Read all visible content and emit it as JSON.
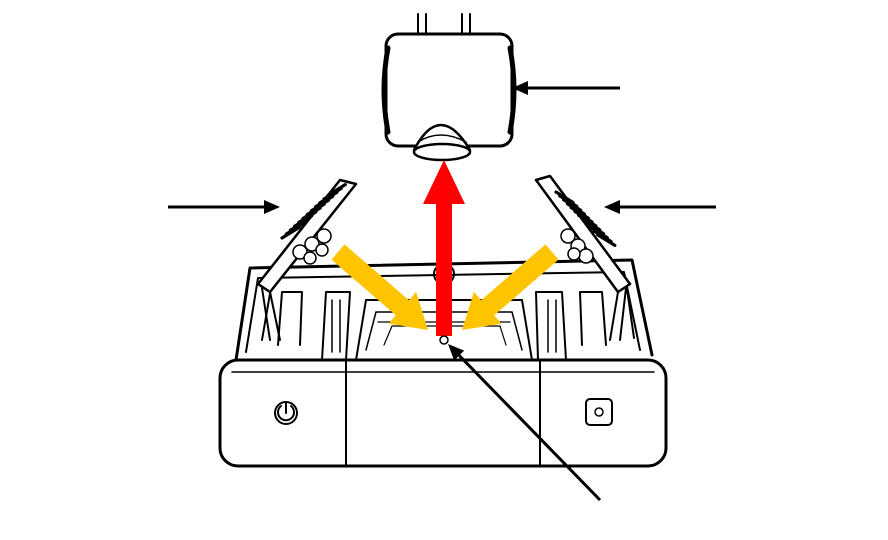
{
  "diagram": {
    "components": [
      {
        "id": "camera",
        "icon": "camera-module-icon"
      },
      {
        "id": "left-light",
        "icon": "led-array-icon"
      },
      {
        "id": "right-light",
        "icon": "led-array-icon"
      },
      {
        "id": "base-unit",
        "icon": "base-unit-icon"
      },
      {
        "id": "power-button",
        "icon": "power-icon"
      },
      {
        "id": "aux-button",
        "icon": "square-button-icon"
      },
      {
        "id": "sample-spot",
        "icon": "sample-point-icon"
      }
    ],
    "arrows": {
      "illumination_color": "#FFC400",
      "reflection_color": "#FF0000",
      "pointer_color": "#000000"
    }
  }
}
